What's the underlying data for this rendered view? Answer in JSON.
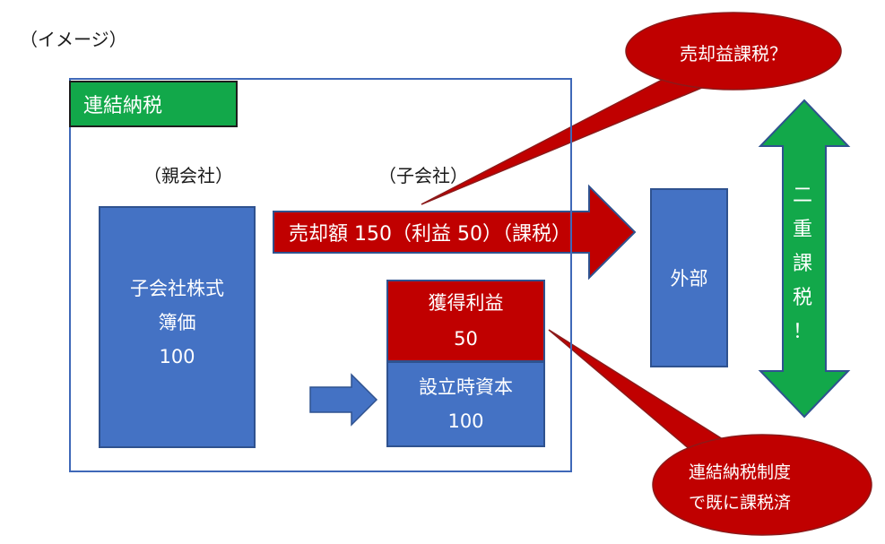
{
  "caption": "（イメージ）",
  "group_tax_label": "連結納税",
  "parent_label": "（親会社）",
  "subsidiary_label": "（子会社）",
  "parent_box": {
    "line1": "子会社株式",
    "line2": "簿価",
    "line3": "100"
  },
  "profit_box": {
    "line1": "獲得利益",
    "line2": "50"
  },
  "capital_box": {
    "line1": "設立時資本",
    "line2": "100"
  },
  "sale_arrow_label": "売却額 150（利益 50）（課税）",
  "outside_label": "外部",
  "callout_top": "売却益課税？",
  "callout_bottom": {
    "line1": "連結納税制度",
    "line2": "で既に課税済"
  },
  "double_tax": [
    "二",
    "重",
    "課",
    "税",
    "！"
  ],
  "colors": {
    "blue": "#4472c4",
    "red": "#c00000",
    "green": "#12a84a",
    "frame": "#3f68b8"
  }
}
